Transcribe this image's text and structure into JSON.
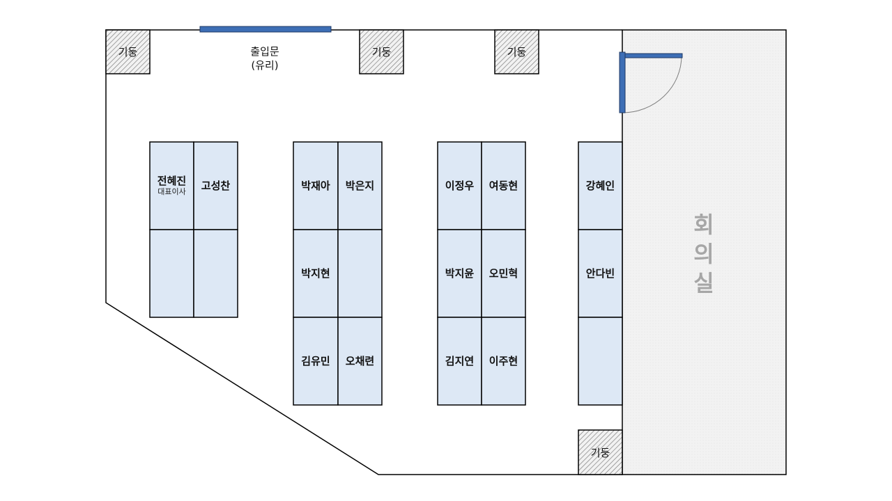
{
  "entrance": {
    "line1": "출입문",
    "line2": "(유리)"
  },
  "pillar_label": "기둥",
  "meeting_room": {
    "chars": [
      "회",
      "의",
      "실"
    ]
  },
  "desks": {
    "cluster1": {
      "r1c1_name": "전혜진",
      "r1c1_title": "대표이사",
      "r1c2": "고성찬"
    },
    "cluster2": {
      "r1c1": "박재아",
      "r1c2": "박은지",
      "r2c1": "박지현",
      "r3c1": "김유민",
      "r3c2": "오채련"
    },
    "cluster3": {
      "r1c1": "이정우",
      "r1c2": "여동현",
      "r2c1": "박지윤",
      "r2c2": "오민혁",
      "r3c1": "김지연",
      "r3c2": "이주현"
    },
    "cluster4": {
      "r1": "강혜인",
      "r2": "안다빈"
    }
  },
  "colors": {
    "desk_fill": "#dde8f5",
    "wall": "#000000",
    "door_blue": "#3d6eb5",
    "room_fill": "#f2f2f2",
    "room_text": "#a6a6a6"
  }
}
